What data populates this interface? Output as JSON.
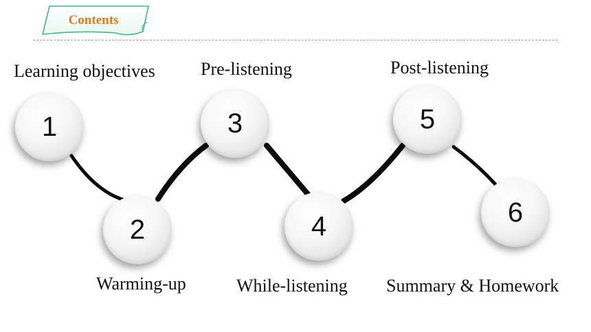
{
  "header": {
    "title": "Contents",
    "accent_color": "#e07a1f",
    "tab_color": "#3cb88a"
  },
  "steps": [
    {
      "number": "1",
      "label": "Learning objectives"
    },
    {
      "number": "2",
      "label": "Warming-up"
    },
    {
      "number": "3",
      "label": "Pre-listening"
    },
    {
      "number": "4",
      "label": "While-listening"
    },
    {
      "number": "5",
      "label": "Post-listening"
    },
    {
      "number": "6",
      "label": "Summary & Homework"
    }
  ]
}
